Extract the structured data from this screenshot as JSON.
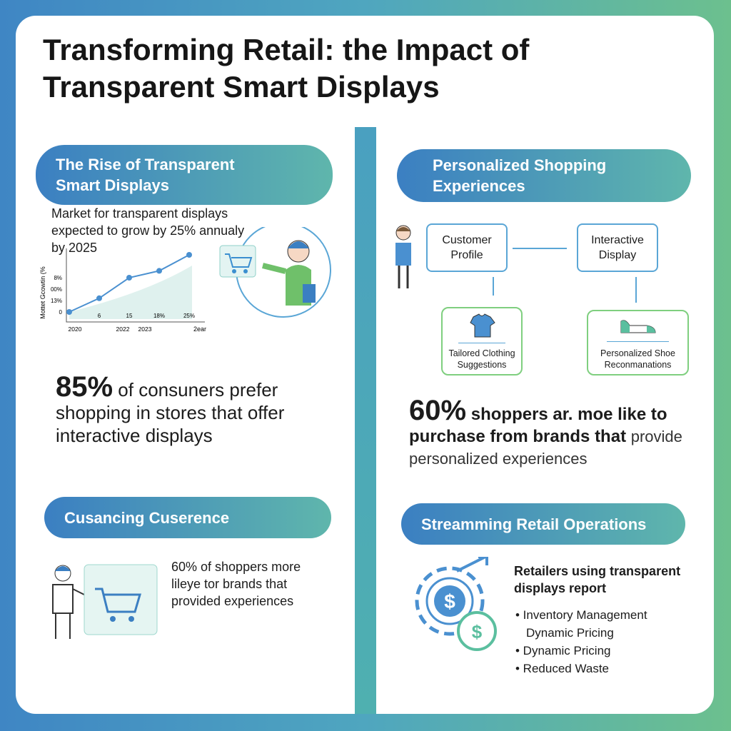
{
  "title": "Transforming Retail: the Impact of Transparent Smart Displays",
  "left": {
    "section1": {
      "heading": "The Rise of Transparent Smart Displays",
      "text": "Market for transparent displays expected to grow by 25% annualy by 2025"
    },
    "stat1": {
      "value": "85%",
      "text": "of consuners prefer shopping in stores that offer interactive displays"
    },
    "section2": {
      "heading": "Cusancing Cuserence",
      "text": "60% of shoppers more lileye tor brands that provided experiences"
    }
  },
  "right": {
    "section1": {
      "heading": "Personalized Shopping Experiences",
      "flow": {
        "box1": "Customer Profile",
        "box2": "Interactive Display",
        "card1": "Tailored Clothing Suggestions",
        "card2": "Personalized Shoe Reconmanations"
      }
    },
    "stat": {
      "value": "60%",
      "text_bold": "shoppers ar. moe like to purchase from brands that",
      "text": "provide personalized experiences"
    },
    "section2": {
      "heading": "Streamming Retail Operations",
      "intro": "Retailers using transparent displays report",
      "bullets": [
        "• Inventory Management",
        "Dynamic Pricing",
        "• Dynamic Pricing",
        "• Reduced Waste"
      ]
    }
  },
  "chart_data": {
    "type": "line",
    "ylabel": "Mottet Gcowtin (%",
    "xlabel": "2ear",
    "x_tick_labels": [
      "2020",
      "2022",
      "2023"
    ],
    "y_tick_labels": [
      "0",
      "13%",
      "00%",
      "8%"
    ],
    "point_labels": [
      "6",
      "15",
      "18%",
      "25%"
    ],
    "values": [
      0,
      6,
      15,
      18,
      25
    ],
    "colors": {
      "line": "#4a90d0",
      "area": "#dff1ee"
    }
  },
  "colors": {
    "gradient_start": "#3f86c4",
    "gradient_end": "#6cc08e",
    "accent": "#5aa6d6",
    "green": "#7fcf7f"
  }
}
